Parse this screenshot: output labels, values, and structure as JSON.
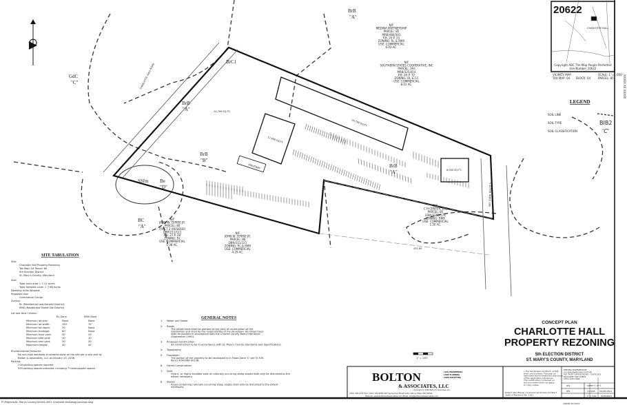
{
  "vicinity_map": {
    "zip": "20622",
    "town": "CHARLOTTE HALL",
    "copyright": "Copyright ADC The Map People Permitted Use Number 20622",
    "caption": "VICINITY MAP",
    "scale": "SCALE: 1\"=2,000'",
    "tax_map": "TAX MAP: 04",
    "block": "BLOCK: 04",
    "parcel": "PARCEL: 85"
  },
  "side_label": "XXXXX XX XXXXX",
  "legend": {
    "title": "LEGEND",
    "items": [
      {
        "label": "SOIL LINE",
        "symbol": "dashed-line"
      },
      {
        "label": "SOIL TYPE",
        "symbol": "BIB2"
      },
      {
        "label": "SOIL CLASSIFICATION",
        "symbol": "'C'"
      }
    ]
  },
  "soil_labels": [
    "GdC",
    "\"C\"",
    "BrC1",
    "BrB",
    "\"A\"",
    "BrB",
    "\"A\"",
    "BrB",
    "\"B\"",
    "SSfm",
    "Be",
    "\"D\"",
    "BC",
    "\"A\"",
    "BrB",
    "\"A\""
  ],
  "parcels": [
    {
      "lines": [
        "N/F",
        "MEDINA PARTNERSHIP",
        "PARCEL: 85",
        "MRB/480/301",
        "P.B. 20 P. 23",
        "ZONING: RL & RMX",
        "USE: COMMERCIAL",
        "6.03 AC."
      ]
    },
    {
      "lines": [
        "N/F",
        "SOUTHERN STATES COOPERATIVE, INC",
        "PARCEL: 393",
        "MRB/325/414",
        "P.B. 49 P. 72",
        "ZONING: RL & CC",
        "USE: COMMERCIAL",
        "8.01 AC."
      ]
    },
    {
      "lines": [
        "N/F",
        "JOHN W. TERRIE JR.",
        "PARCEL: 80",
        "TRACT 2 (RESIDUE)",
        "DBR/211/121",
        "P.B. 27 P. 28",
        "ZONING: RL",
        "USE: COMMERCIAL",
        "1.08 AC."
      ]
    },
    {
      "lines": [
        "N/F",
        "JOHN W. TERRIE JR.",
        "PARCEL: 86",
        "DBR/211/121",
        "ZONING: RL & RMX",
        "USE: COMMERCIAL",
        "4.29 AC."
      ]
    },
    {
      "lines": [
        "N/F",
        "C H CENTER, LLC",
        "PARCEL: 85",
        "EWA/2385/574",
        "ZONING: RMX",
        "USE: COMMERCIAL",
        "1.50 AC."
      ]
    }
  ],
  "site_labels": {
    "road_west": "CHARLOTTE HALL ROAD",
    "road_east": "MD. STATE ROUTE 5",
    "bldg_1": "24,799 SQ.FT.",
    "bldg_2": "12,600 SQ.FT.",
    "bldg_3": "6,000 SQ.FT.",
    "area_1": "24,799 SQ.FT.",
    "driveway": "DRIVEWAY",
    "distance": "431.80'"
  },
  "site_tabulation": {
    "title": "SITE TABULATION",
    "site_label": "Site:",
    "site_lines": [
      "Charlotte Hall Property Rezoning",
      "Tax Map: 04  Parcel: 85",
      "5th Election District",
      "St. Mary's County, Maryland"
    ],
    "size_label": "Size:",
    "size_lines": [
      "Total tract area =  7.11 Acres",
      "Total forested cover =  7.88 Acres"
    ],
    "dwelling": "Dwelling Units Allowed:",
    "proposed_use_label": "Proposed Use:",
    "proposed_use": "Commercial Center",
    "zoning_label": "Zoning:",
    "zoning_lines": [
      "RL (Residential Low-Density District)",
      "RMX (Residential Mixed Use District)"
    ],
    "lot_label": "Lot and Yard Criteria:",
    "columns": [
      "",
      "RL Zone",
      "RMX Zone"
    ],
    "rows": [
      [
        "Minimum lot size:",
        "None",
        "None"
      ],
      [
        "Minimum lot width:",
        "150'",
        "70'"
      ],
      [
        "Minimum lot depth:",
        "70'",
        "None"
      ],
      [
        "Minimum frontage:",
        "60'",
        "None"
      ],
      [
        "Minimum front yard:",
        "50'",
        "20'"
      ],
      [
        "Minimum side yard:",
        "10'",
        "10'"
      ],
      [
        "Minimum rear yard:",
        "20'",
        "20'"
      ],
      [
        "Maximum height:",
        "40'",
        "40'"
      ]
    ],
    "env_label": "Environmental Features:",
    "env_lines": [
      "No non-tidal wetlands or streams exist on the site per a site visit by",
      "Bolton & Associates, LLC on January 13, 2006."
    ],
    "parking_label": "Parking:",
    "parking_lines": [
      "216 parking spaces required",
      "339 parking spaces provided, including 7 handicapped spaces"
    ]
  },
  "general_notes": {
    "title": "GENERAL NOTES",
    "items": [
      {
        "num": "1.",
        "head": "Water and Sewer",
        "text": []
      },
      {
        "num": "2.",
        "head": "Roads",
        "text": [
          "The street trees shall be planted at the time of construction of the",
          "subdivision and shall be the responsibility of the developer.  All street trees",
          "shall be planted in accordance with the Charles County Road Ordinance",
          "(September 1990)."
        ]
      },
      {
        "num": "3.",
        "head": "Proposed Construction",
        "text": [
          "All construction to be in accordance with St. Mary's County Standards and Specifications."
        ]
      },
      {
        "num": "4.",
        "head": "Topography",
        "text": []
      },
      {
        "num": "5.",
        "head": "Floodplain",
        "text": [
          "The portion of the property to be developed is in Flood Zone 'C' per F.I.R.M.",
          "Panel #240064-0013B."
        ]
      },
      {
        "num": "6.",
        "head": "Forest Conservation",
        "text": []
      },
      {
        "num": "7.",
        "head": "Soils",
        "text": [
          "Hydric, or highly erodible soils on naturally occurring steep slopes shall only be disturbed to the",
          "extent necessary."
        ]
      },
      {
        "num": "8.",
        "head": "Slopes",
        "text": [
          "Areas containing naturally occurring steep slopes shall only be disturbed to the extent",
          "necessary."
        ]
      }
    ]
  },
  "scale_bar": "1\" = 100'",
  "title_block": {
    "subtitle": "CONCEPT PLAN",
    "title_line1": "CHARLOTTE HALL",
    "title_line2": "PROPERTY REZONING",
    "district": "5th ELECTION DISTRICT",
    "county": "ST. MARY'S COUNTY, MARYLAND",
    "certification": [
      "I, the Landscape Architect, certify",
      "that I am licensed. This plan as",
      "described above meets the standards",
      "of the applicable ordinances.",
      "The certification contained on",
      "this document shall not apply",
      "to copy copies."
    ],
    "signer": [
      "Robert Alan Brauer, Licensed Landscape Architect",
      "State of Maryland No. 3161"
    ],
    "owner": [
      "MEDINA PARTNERSHIP",
      "C/O BALDWIN REAL ESTATE",
      "401 POST OFFICE ROAD - SUITE 201",
      "WALDORF, MD 20602",
      "(301) 645-1999"
    ],
    "designed": "JPN",
    "drawn": "JPN",
    "sheet": "SHEET  1   OF   1",
    "date": "1/18/06",
    "job": "50404-0501",
    "scale": "1\" = 100'",
    "code": "SCHD4001",
    "file_no": "PGM# XX-XXXX"
  },
  "firm": {
    "name": "BOLTON",
    "sub": "& ASSOCIATES, LLC",
    "services": [
      "CIVIL ENGINEERING",
      "LAND PLANNING",
      "LAND SURVEYING"
    ],
    "copyright": "Copyright (C) 2006  Bolton & Associates, LLC",
    "contact": "(301) 392-0787  Fax: (301) 392-6006  402 Centennial Street Suite 104 La Plata, MD 20646",
    "web": "Internet: www.boltonandassociates.com  Email: info@boltonandassociates.com"
  },
  "file_path": "P:\\Projects\\St. Marys County\\50404-0501 Charlotte Hall\\dwg\\Concept.dwg"
}
